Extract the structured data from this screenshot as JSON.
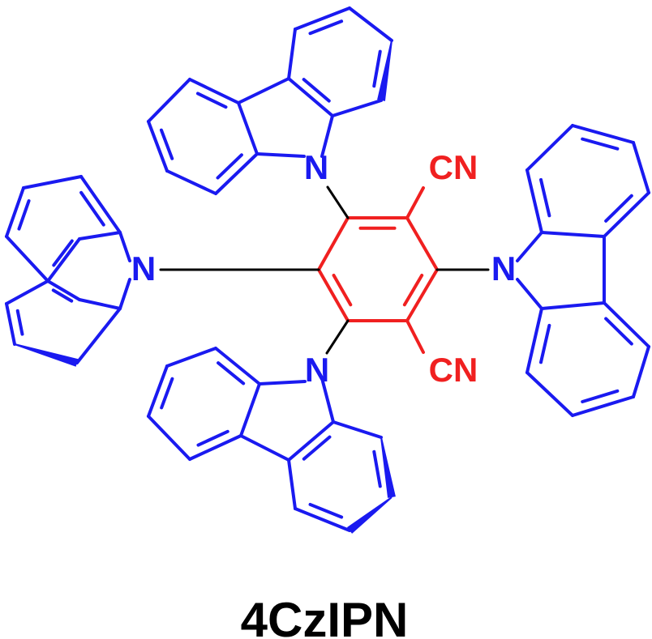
{
  "compound_name": "4CzIPN",
  "labels": {
    "nitrogen": "N",
    "cyano": "CN"
  },
  "colors": {
    "carbazole": "#1a1af0",
    "core": "#f02020",
    "linker": "#000000",
    "name": "#000000"
  }
}
